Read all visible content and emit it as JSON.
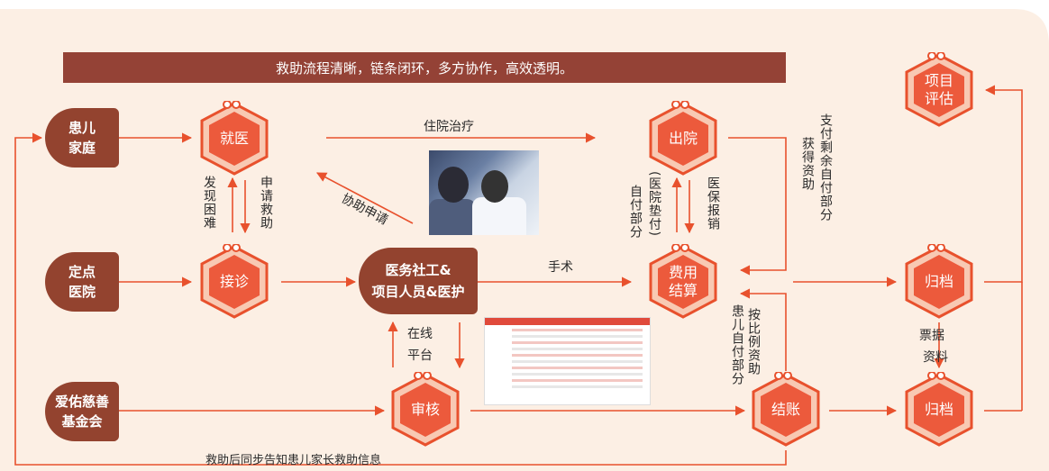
{
  "banner": "救助流程清晰，链条闭环，多方协作，高效透明。",
  "entities": {
    "family": [
      "患儿",
      "家庭"
    ],
    "hospital": [
      "定点",
      "医院"
    ],
    "foundation": [
      "爱佑慈善",
      "基金会"
    ],
    "hub": [
      "医务社工&",
      "项目人员&医护"
    ]
  },
  "hexes": {
    "jiuyi": "就医",
    "jiezhen": "接诊",
    "shenhe": "审核",
    "chuyuan": "出院",
    "feiyong": [
      "费用",
      "结算"
    ],
    "jiezhang": "结账",
    "xiangmu": [
      "项目",
      "评估"
    ],
    "guidang1": "归档",
    "guidang2": "归档"
  },
  "labels": {
    "zhuyuan": "住院治疗",
    "xiezhu": "协助申请",
    "shoushu": "手术",
    "faxian": "发现困难",
    "shenqing": "申请救助",
    "zaixian": [
      "在线",
      "平台"
    ],
    "zifu": "自付部分",
    "dianfu": "(医院垫付)",
    "yibao": "医保报销",
    "zhifu": "支付剩余自付部分",
    "huode": "获得资助",
    "anbili": "按比例资助",
    "huerzifu": "患儿自付部分",
    "piaoju": "票据",
    "ziliao": "资料",
    "bottom": "救助后同步告知患儿家长救助信息"
  },
  "colors": {
    "panel": "#fcefe4",
    "arrow": "#e8512d",
    "hex_fill": "#ec5a3c",
    "hex_ring": "#f4a27e",
    "entity": "#93432f",
    "banner": "#944236"
  }
}
